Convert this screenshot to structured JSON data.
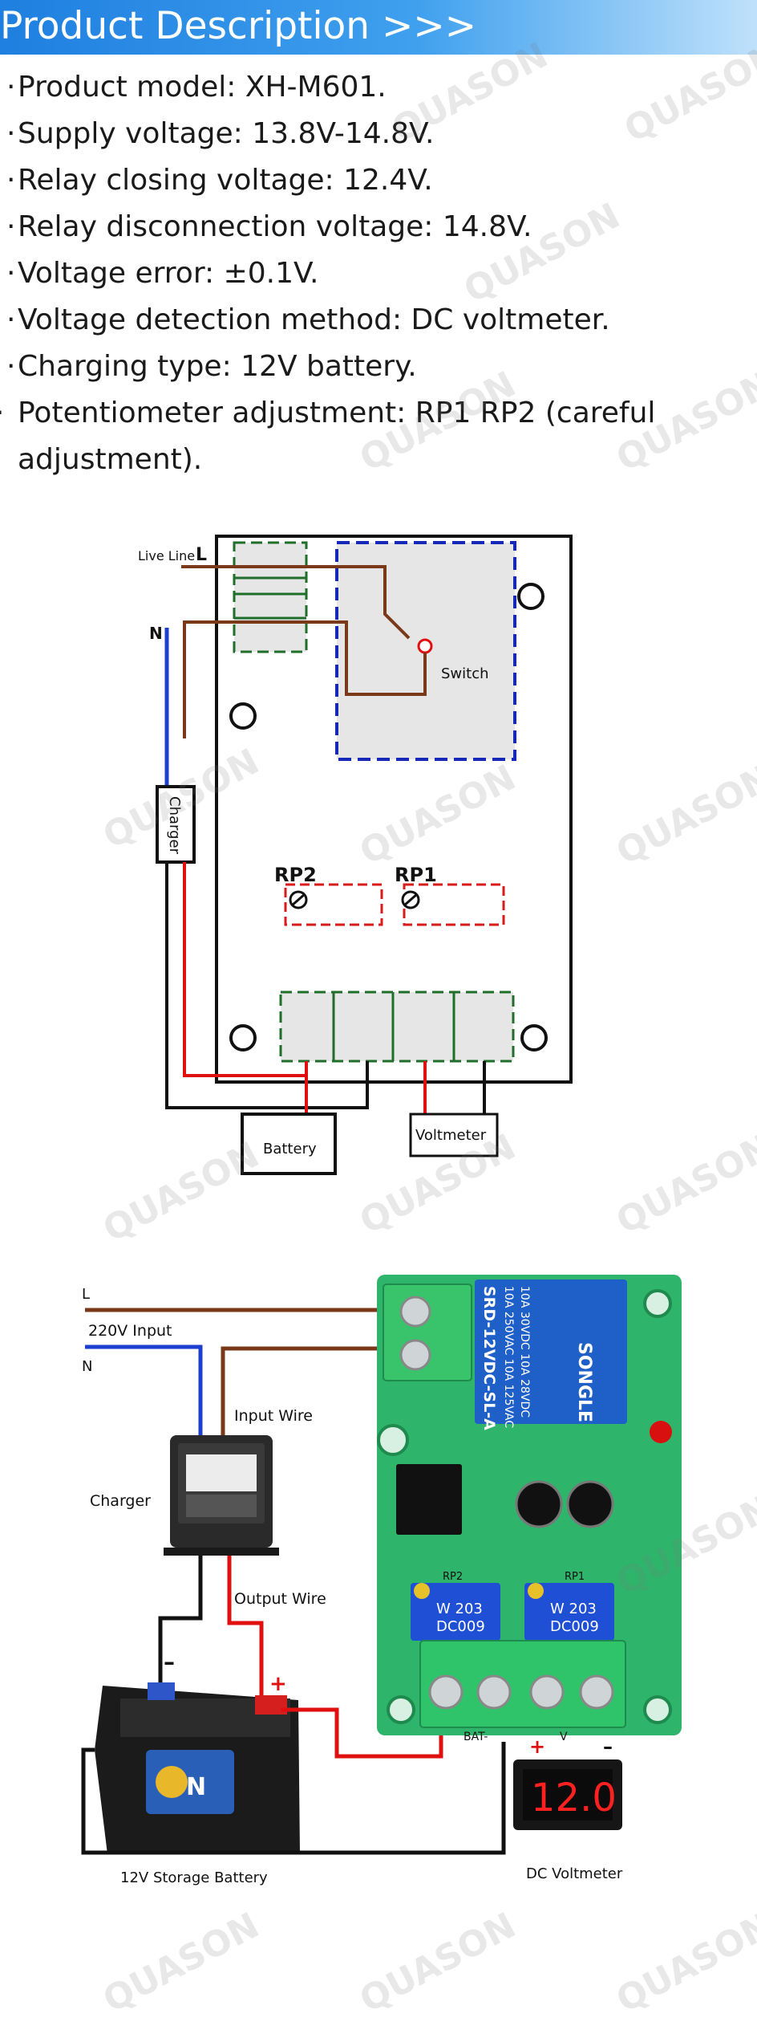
{
  "header": {
    "title": "Product Description >>>"
  },
  "specs": [
    "Product model: XH-M601.",
    "Supply voltage: 13.8V-14.8V.",
    "Relay closing voltage: 12.4V.",
    "Relay disconnection voltage: 14.8V.",
    "Voltage error: ±0.1V.",
    "Voltage detection method: DC voltmeter.",
    "Charging type: 12V battery.",
    "Potentiometer adjustment: RP1 RP2 (careful adjustment)."
  ],
  "spec_bullet": "·",
  "watermark": "QUASON",
  "diagram1": {
    "live_line": "Live Line",
    "live_l": "L",
    "neutral": "N",
    "switch": "Switch",
    "charger": "Charger",
    "rp2": "RP2",
    "rp1": "RP1",
    "battery": "Battery",
    "voltmeter": "Voltmeter"
  },
  "diagram2": {
    "l": "L",
    "input_220": "220V Input",
    "n": "N",
    "input_wire": "Input Wire",
    "charger": "Charger",
    "output_wire": "Output Wire",
    "minus": "–",
    "plus": "+",
    "battery": "12V Storage Battery",
    "dc_voltmeter": "DC Voltmeter",
    "display": "12.0",
    "relay_brand": "SONGLE",
    "relay_model": "SRD-12VDC-SL-A",
    "relay_rating1": "10A 250VAC  10A 125VAC",
    "relay_rating2": "10A 30VDC  10A 28VDC",
    "pot_code": "W 203",
    "pot_code2": "DC009",
    "rp2": "RP2",
    "rp1": "RP1",
    "bat_minus": "BAT-",
    "v_label": "V",
    "battery_brand": "N"
  },
  "colors": {
    "brown_wire": "#7a3a1a",
    "blue_wire": "#1d3fd1",
    "red_wire": "#e01010",
    "green_box": "#1f6e2a",
    "blue_box": "#1528b8",
    "red_box": "#d81b1b",
    "pcb_green": "#2fb56b",
    "relay_blue": "#1f5fc8"
  }
}
